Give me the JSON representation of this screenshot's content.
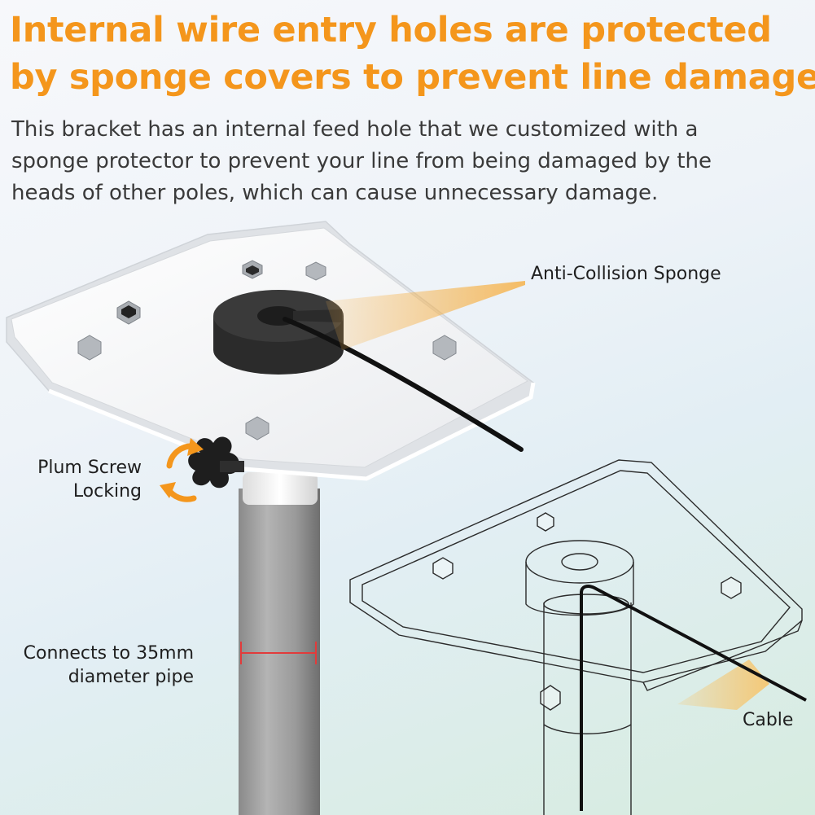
{
  "heading": {
    "line1": "Internal wire entry holes are protected",
    "line2": "by sponge covers to prevent line damage"
  },
  "description": {
    "line1": "This bracket has an internal feed hole that we customized with a",
    "line2": "sponge protector to prevent your line from being damaged by the",
    "line3": "heads of other poles, which can cause unnecessary damage."
  },
  "callouts": {
    "sponge": "Anti-Collision Sponge",
    "screw_line1": "Plum Screw",
    "screw_line2": "Locking",
    "pipe_line1": "Connects to 35mm",
    "pipe_line2": "diameter pipe",
    "cable": "Cable"
  },
  "colors": {
    "accent": "#f4961c",
    "text": "#3a3a3a"
  }
}
